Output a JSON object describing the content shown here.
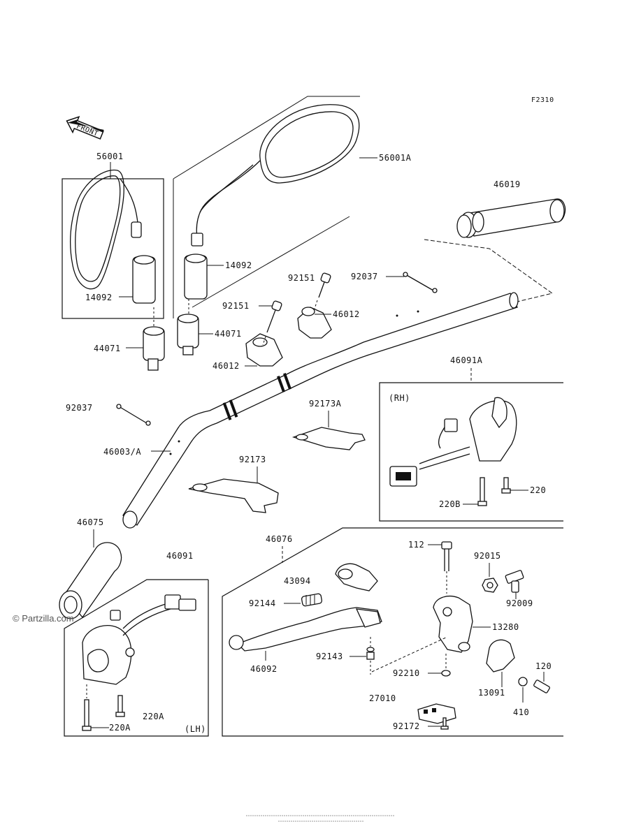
{
  "figure_code": "F2310",
  "front_arrow_label": "FRONT",
  "watermark": "© Partzilla.com",
  "labels": {
    "p56001": "56001",
    "p56001A": "56001A",
    "p46019": "46019",
    "p14092_a": "14092",
    "p14092_b": "14092",
    "p44071_a": "44071",
    "p44071_b": "44071",
    "p92151_a": "92151",
    "p92151_b": "92151",
    "p92037_a": "92037",
    "p92037_b": "92037",
    "p46012_a": "46012",
    "p46012_b": "46012",
    "p46091A": "46091A",
    "rh": "(RH)",
    "p92173A": "92173A",
    "p92173": "92173",
    "p46003A": "46003/A",
    "p220_rh": "220",
    "p220B": "220B",
    "p46075": "46075",
    "p46076": "46076",
    "p46091": "46091",
    "p112": "112",
    "p92015": "92015",
    "p43094": "43094",
    "p92009": "92009",
    "p92144": "92144",
    "p13280": "13280",
    "p92143": "92143",
    "p46092": "46092",
    "p92210": "92210",
    "p120": "120",
    "p13091": "13091",
    "p27010": "27010",
    "p410": "410",
    "p92172": "92172",
    "p220A_a": "220A",
    "p220A_b": "220A",
    "lh": "(LH)"
  }
}
